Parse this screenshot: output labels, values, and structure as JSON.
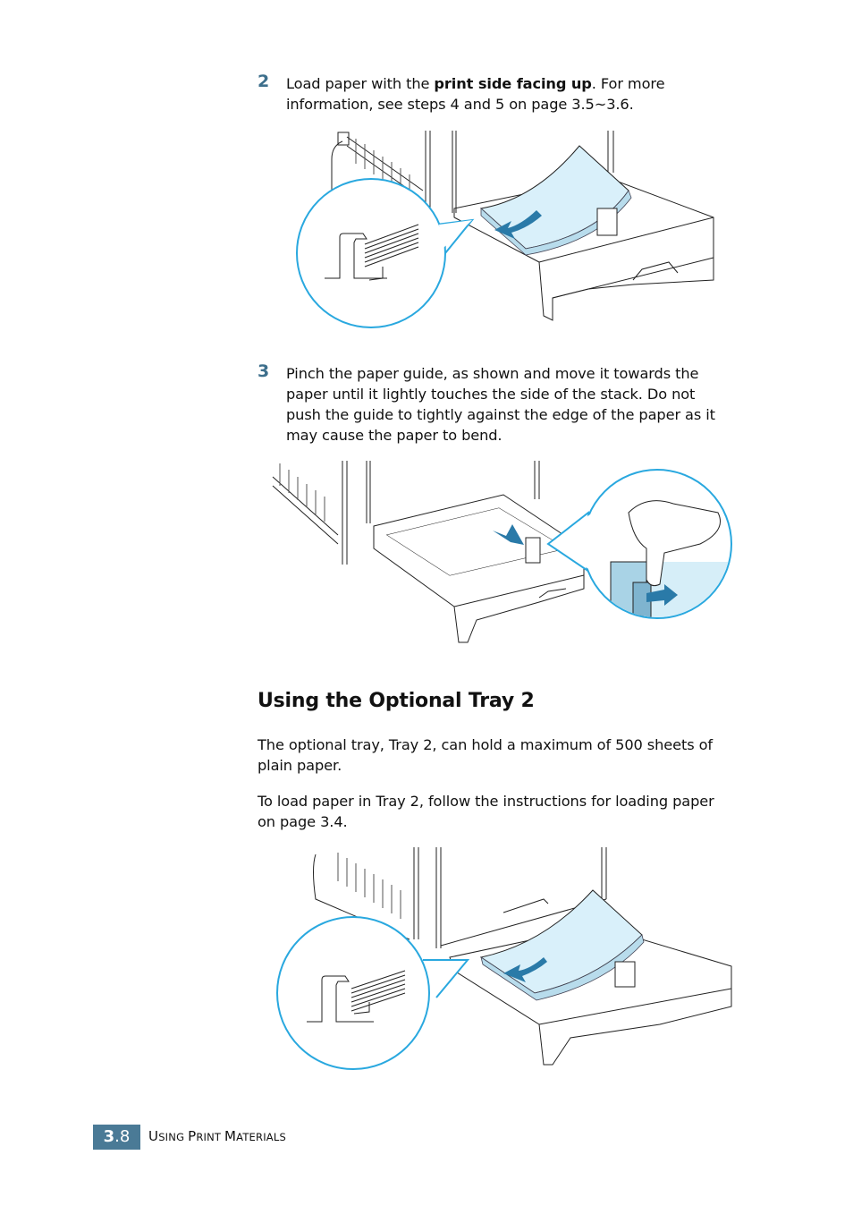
{
  "steps": [
    {
      "number": "2",
      "text_before": "Load paper with the ",
      "text_bold": "print side facing up",
      "text_after_line1": ". For more",
      "line2": "information, see steps 4 and 5 on page 3.5~3.6."
    },
    {
      "number": "3",
      "lines": [
        "Pinch the paper guide, as shown and move it towards the",
        "paper until it lightly touches the side of the stack. Do not",
        "push the guide to tightly against the edge of the paper as it",
        "may cause the paper to bend."
      ]
    }
  ],
  "section": {
    "heading": "Using the Optional Tray 2",
    "paragraphs": [
      [
        "The optional tray, Tray 2, can hold a maximum of 500 sheets of",
        "plain paper."
      ],
      [
        "To load paper in Tray 2, follow the instructions for loading paper",
        "on page 3.4."
      ]
    ]
  },
  "figures": {
    "fig1": "tray-1-load-paper-print-side-up-illustration",
    "fig2": "paper-guide-pinch-illustration",
    "fig3": "tray-2-load-paper-illustration"
  },
  "colors": {
    "accent": "#3d6f8c",
    "callout": "#29a8df",
    "paper": "#d9f0fa",
    "arrow": "#2a7aa8"
  },
  "footer": {
    "chapter": "3",
    "page": ".8",
    "title_caps": [
      "U",
      "P",
      "M"
    ],
    "title_rest": [
      "SING ",
      "RINT ",
      "ATERIALS"
    ]
  }
}
